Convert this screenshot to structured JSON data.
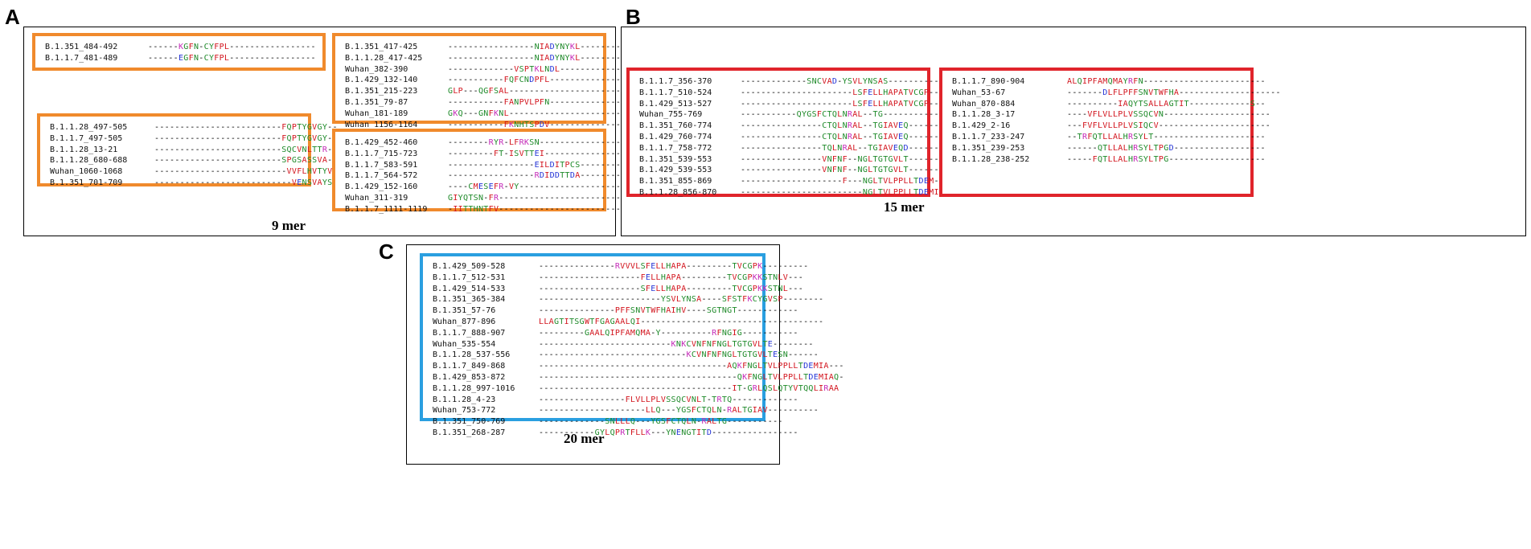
{
  "panels": {
    "a": {
      "letter": "A",
      "caption": "9 mer",
      "groups": [
        {
          "rows": [
            {
              "name": "B.1.351_484-492",
              "seq": "------KGFN-CYFPL-----------------"
            },
            {
              "name": "B.1.1.7_481-489",
              "seq": "------EGFN-CYFPL-----------------"
            }
          ]
        },
        {
          "rows": [
            {
              "name": "B.1.1.28_497-505",
              "seq": "-------------------------FQPTYGVGY--"
            },
            {
              "name": "B.1.1.7_497-505",
              "seq": "-------------------------FQPTYGVGY--"
            },
            {
              "name": "B.1.1.28_13-21",
              "seq": "-------------------------SQCVNLTTR--"
            },
            {
              "name": "B.1.1.28_680-688",
              "seq": "-------------------------SPGSASSVA--"
            },
            {
              "name": "Wuhan_1060-1068",
              "seq": "--------------------------VVFLHVTYV-"
            },
            {
              "name": "B.1.351_701-709",
              "seq": "---------------------------VENSVAYSN"
            }
          ]
        },
        {
          "rows": [
            {
              "name": "B.1.351_417-425",
              "seq": "-----------------NIADYNYKL--------"
            },
            {
              "name": "B.1.1.28_417-425",
              "seq": "-----------------NIADYNYKL--------"
            },
            {
              "name": "Wuhan_382-390",
              "seq": "-------------VSPTKLNDL------------"
            },
            {
              "name": "B.1.429_132-140",
              "seq": "-----------FQFCNDPFL--------------"
            },
            {
              "name": "B.1.351_215-223",
              "seq": "GLP---QGFSAL----------------------"
            },
            {
              "name": "B.1.351_79-87",
              "seq": "-----------FANPVLPFN--------------"
            },
            {
              "name": "Wuhan_181-189",
              "seq": "GKQ---GNFKNL----------------------"
            },
            {
              "name": "Wuhan_1156-1164",
              "seq": "-----------FKNHTSPDV--------------"
            }
          ]
        },
        {
          "rows": [
            {
              "name": "B.1.429_452-460",
              "seq": "--------RYR-LFRKSN-----------------"
            },
            {
              "name": "B.1.1.7_715-723",
              "seq": "---------FT-ISVTTEI----------------"
            },
            {
              "name": "B.1.1.7_583-591",
              "seq": "-----------------EILDITPCS---------"
            },
            {
              "name": "B.1.1.7_564-572",
              "seq": "-----------------RDIDDTTDA---------"
            },
            {
              "name": "B.1.429_152-160",
              "seq": "----CMESEFR-VY---------------------"
            },
            {
              "name": "Wuhan_311-319",
              "seq": "GIYQTSN-FR-------------------------"
            },
            {
              "name": "B.1.1.7_1111-1119",
              "seq": "-IITTHNTFV-------------------------"
            }
          ]
        }
      ]
    },
    "b": {
      "letter": "B",
      "caption": "15 mer",
      "groups": [
        {
          "rows": [
            {
              "name": "B.1.1.7_356-370",
              "seq": "-------------SNCVAD-YSVLYNSAS------------"
            },
            {
              "name": "B.1.1.7_510-524",
              "seq": "----------------------LSFELLHAPATVCGP---------"
            },
            {
              "name": "B.1.429_513-527",
              "seq": "----------------------LSFELLHAPATVCGP---------"
            },
            {
              "name": "Wuhan_755-769",
              "seq": "-----------QYGSFCTQLNRAL--TG-----------"
            },
            {
              "name": "B.1.351_760-774",
              "seq": "----------------CTQLNRAL--TGIAVEQ-------"
            },
            {
              "name": "B.1.429_760-774",
              "seq": "----------------CTQLNRAL--TGIAVEQ-------"
            },
            {
              "name": "B.1.1.7_758-772",
              "seq": "----------------TQLNRAL--TGIAVEQD-------"
            },
            {
              "name": "B.1.351_539-553",
              "seq": "----------------VNFNF--NGLTGTGVLT-------"
            },
            {
              "name": "B.1.429_539-553",
              "seq": "----------------VNFNF--NGLTGTGVLT-------"
            },
            {
              "name": "B.1.351_855-869",
              "seq": "--------------------F---NGLTVLPPLLTDEM-"
            },
            {
              "name": "B.1.1.28_856-870",
              "seq": "------------------------NGLTVLPPLLTDEMI"
            }
          ]
        },
        {
          "rows": [
            {
              "name": "B.1.1.7_890-904",
              "seq": "ALQIPFAMQMAYRFN------------------------"
            },
            {
              "name": "Wuhan_53-67",
              "seq": "-------DLFLPFFSNVTWFHA--------------------"
            },
            {
              "name": "Wuhan_870-884",
              "seq": "----------IAQYTSALLAGTIT------------S--"
            },
            {
              "name": "B.1.1.28_3-17",
              "seq": "----VFLVLLPLVSSQCVN---------------------"
            },
            {
              "name": "B.1.429_2-16",
              "seq": "---FVFLVLLPLVSIQCV----------------------"
            },
            {
              "name": "B.1.1.7_233-247",
              "seq": "--TRFQTLLALHRSYLT----------------------"
            },
            {
              "name": "B.1.351_239-253",
              "seq": "------QTLLALHRSYLTPGD------------------"
            },
            {
              "name": "B.1.1.28_238-252",
              "seq": "-----FQTLLALHRSYLTPG-------------------"
            }
          ]
        }
      ]
    },
    "c": {
      "letter": "C",
      "caption": "20 mer",
      "groups": [
        {
          "rows": [
            {
              "name": "B.1.429_509-528",
              "seq": "---------------RVVVLSFELLHAPA---------TVCGPK---------"
            },
            {
              "name": "B.1.1.7_512-531",
              "seq": "--------------------FELLHAPA---------TVCGPKKSTNLV---"
            },
            {
              "name": "B.1.429_514-533",
              "seq": "--------------------SFELLHAPA---------TVCGPKKSTNL---"
            },
            {
              "name": "B.1.351_365-384",
              "seq": "------------------------YSVLYNSA----SFSTFKCYGVSP--------"
            },
            {
              "name": "B.1.351_57-76",
              "seq": "---------------PFFSNVTWFHAIHV----SGTNGT------------"
            },
            {
              "name": "Wuhan_877-896",
              "seq": "LLAGTITSGWTFGAGAALQI------------------------------------"
            },
            {
              "name": "B.1.1.7_888-907",
              "seq": "---------GAALQIPFAMQMA-Y----------RFNGIG-----------"
            },
            {
              "name": "Wuhan_535-554",
              "seq": "--------------------------KNKCVNFNFNGLTGTGVLTE--------"
            },
            {
              "name": "B.1.1.28_537-556",
              "seq": "-----------------------------KCVNFNFNGLTGTGVLTESN------"
            },
            {
              "name": "B.1.1.7_849-868",
              "seq": "-------------------------------------AQKFNGLTVLPPLLTDEMIA---"
            },
            {
              "name": "B.1.429_853-872",
              "seq": "---------------------------------------QKFNGLTVLPPLLTDEMIAQ-"
            },
            {
              "name": "B.1.1.28_997-1016",
              "seq": "--------------------------------------IT-GRLQSLQTYVTQQLIRAA"
            },
            {
              "name": "B.1.1.28_4-23",
              "seq": "-----------------FLVLLPLVSSQCVNLT-TRTQ-------------"
            },
            {
              "name": "Wuhan_753-772",
              "seq": "---------------------LLQ---YGSFCTQLN-RALTGIAV----------"
            },
            {
              "name": "B.1.351_750-769",
              "seq": "-------------SNLLLQ---YGSFCTQLN-RALTG-----------"
            },
            {
              "name": "B.1.351_268-287",
              "seq": "-----------GYLQPRTFLLK---YNENGTITD-----------------"
            }
          ]
        }
      ]
    }
  },
  "colors": {
    "orange_box": "#f08a2c",
    "red_box": "#e0242b",
    "blue_box": "#2a9fe0",
    "residue_red": "#d2141d",
    "residue_green": "#1f8a2a",
    "residue_magenta": "#c42ab8",
    "residue_blue": "#2434d6"
  }
}
